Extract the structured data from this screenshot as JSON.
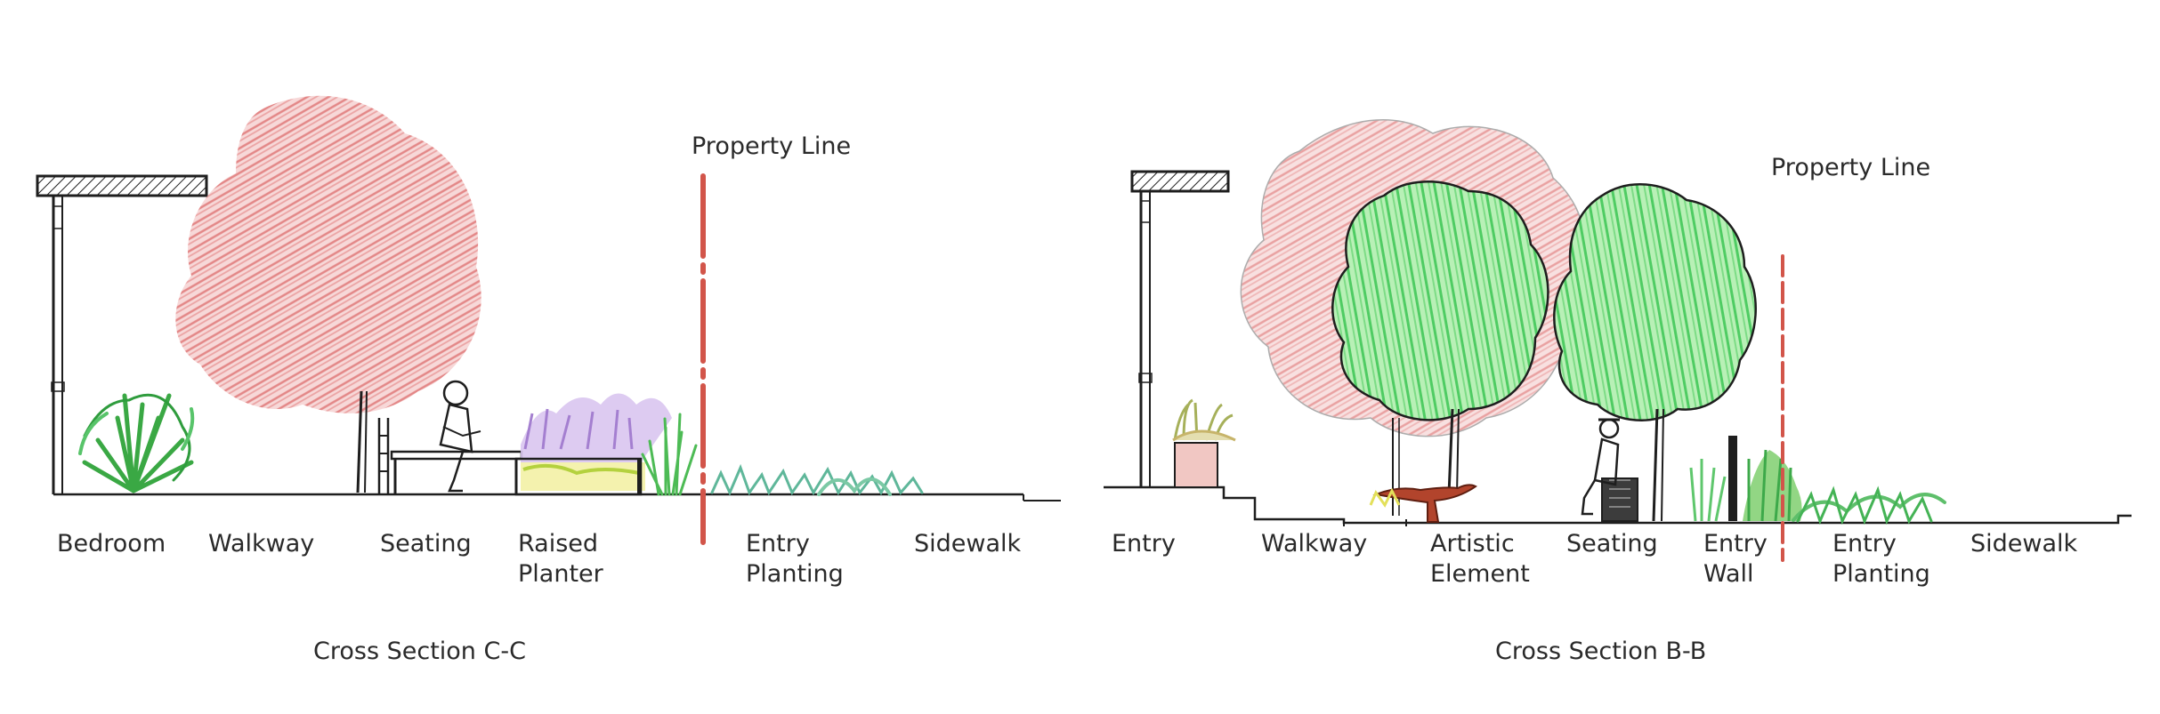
{
  "section_cc": {
    "property_line": "Property Line",
    "caption": "Cross Section C-C",
    "labels": {
      "bedroom": "Bedroom",
      "walkway": "Walkway",
      "seating": "Seating",
      "raised_planter_1": "Raised",
      "raised_planter_2": "Planter",
      "entry_planting_1": "Entry",
      "entry_planting_2": "Planting",
      "sidewalk": "Sidewalk"
    }
  },
  "section_bb": {
    "property_line": "Property Line",
    "caption": "Cross Section B-B",
    "labels": {
      "entry": "Entry",
      "walkway": "Walkway",
      "artistic_element_1": "Artistic",
      "artistic_element_2": "Element",
      "seating": "Seating",
      "entry_wall_1": "Entry",
      "entry_wall_2": "Wall",
      "entry_planting_1": "Entry",
      "entry_planting_2": "Planting",
      "sidewalk": "Sidewalk"
    }
  },
  "colors": {
    "ink": "#1e1e1e",
    "red_tree": "#e27f7f",
    "green_tree": "#5fd07a",
    "shrub_green": "#3fb04a",
    "property_line": "#d2554a",
    "lavender": "#b79bd6",
    "yellow": "#e3e05a",
    "teal_grass": "#5fb79a",
    "sculpture": "#b2442c"
  }
}
